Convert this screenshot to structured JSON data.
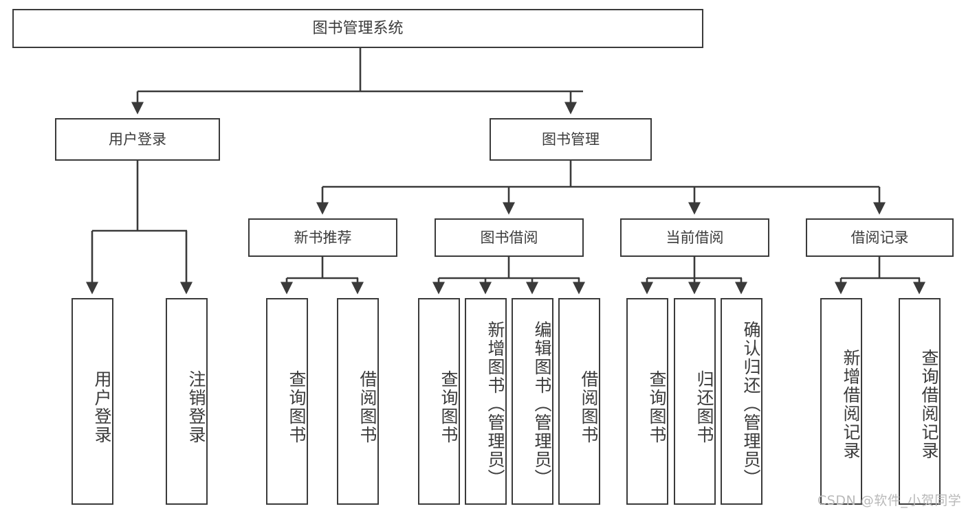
{
  "diagram": {
    "title": "图书管理系统",
    "type": "tree-hierarchy-chart",
    "colors": {
      "stroke": "#3a3a3a",
      "text": "#3b3b3b",
      "background": "#ffffff",
      "watermark": "#b9b9b9"
    }
  },
  "watermark": {
    "text": "CSDN @软件_小贺同学"
  },
  "nodes": {
    "root": {
      "label": "图书管理系统"
    },
    "level2": [
      {
        "label": "用户登录"
      },
      {
        "label": "图书管理"
      }
    ],
    "level3": [
      {
        "label": "新书推荐"
      },
      {
        "label": "图书借阅"
      },
      {
        "label": "当前借阅"
      },
      {
        "label": "借阅记录"
      }
    ],
    "leaves": {
      "user_login": [
        {
          "label": "用户登录"
        },
        {
          "label": "注销登录"
        }
      ],
      "new_book_recommend": [
        {
          "label": "查询图书"
        },
        {
          "label": "借阅图书"
        }
      ],
      "book_borrow": [
        {
          "label": "查询图书"
        },
        {
          "label": "新增图书（管理员）"
        },
        {
          "label": "编辑图书（管理员）"
        },
        {
          "label": "借阅图书"
        }
      ],
      "current_borrow": [
        {
          "label": "查询图书"
        },
        {
          "label": "归还图书"
        },
        {
          "label": "确认归还（管理员）"
        }
      ],
      "borrow_record": [
        {
          "label": "新增借阅记录"
        },
        {
          "label": "查询借阅记录"
        }
      ]
    }
  }
}
